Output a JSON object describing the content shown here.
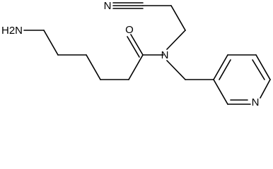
{
  "molecule": {
    "labels": {
      "amine": "H2N",
      "oxygen": "O",
      "amide_nitrogen": "N",
      "nitrile_nitrogen": "N",
      "pyridine_nitrogen": "N"
    }
  }
}
